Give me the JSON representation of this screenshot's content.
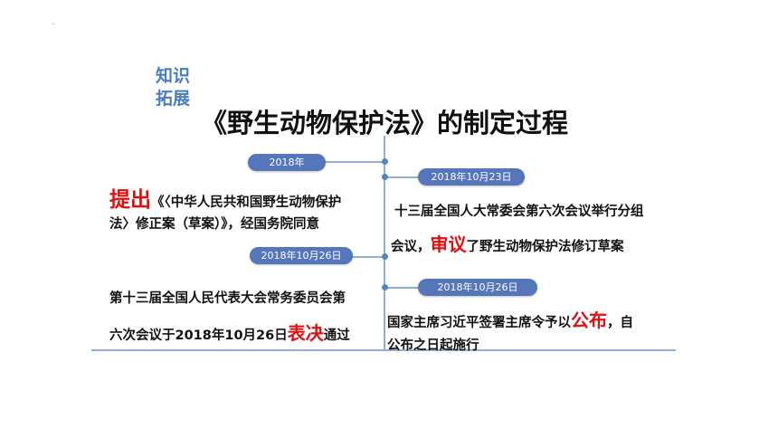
{
  "slide": {
    "corner_mark": ".",
    "tag": "知识拓展",
    "title": "《野生动物保护法》的制定过程"
  },
  "events": [
    {
      "date": "2018年",
      "highlight": "提出",
      "line1": "《〈中华人民共和国野生动物保护",
      "line2": "法〉修正案（草案）》，经国务院同意"
    },
    {
      "date": "2018年10月23日",
      "line1": "十三届全国人大常委会第六次会议举行分组",
      "line2_prefix": "会议，",
      "highlight": "审议",
      "line2_suffix": "了野生动物保护法修订草案"
    },
    {
      "date": "2018年10月26日",
      "line1": "第十三届全国人民代表大会常务委员会第",
      "line2_prefix": "六次会议于2018年10月26日",
      "highlight": "表决",
      "line2_suffix": "通过"
    },
    {
      "date": "2018年10月26日",
      "line1_prefix": "国家主席习近平签署主席令予以",
      "highlight": "公布",
      "line1_suffix": "，自",
      "line2": "公布之日起施行"
    }
  ],
  "colors": {
    "tag": "#4a7cc1",
    "pill": "#5576ba",
    "highlight": "#e01010",
    "timeline": "#8fb0d3"
  }
}
